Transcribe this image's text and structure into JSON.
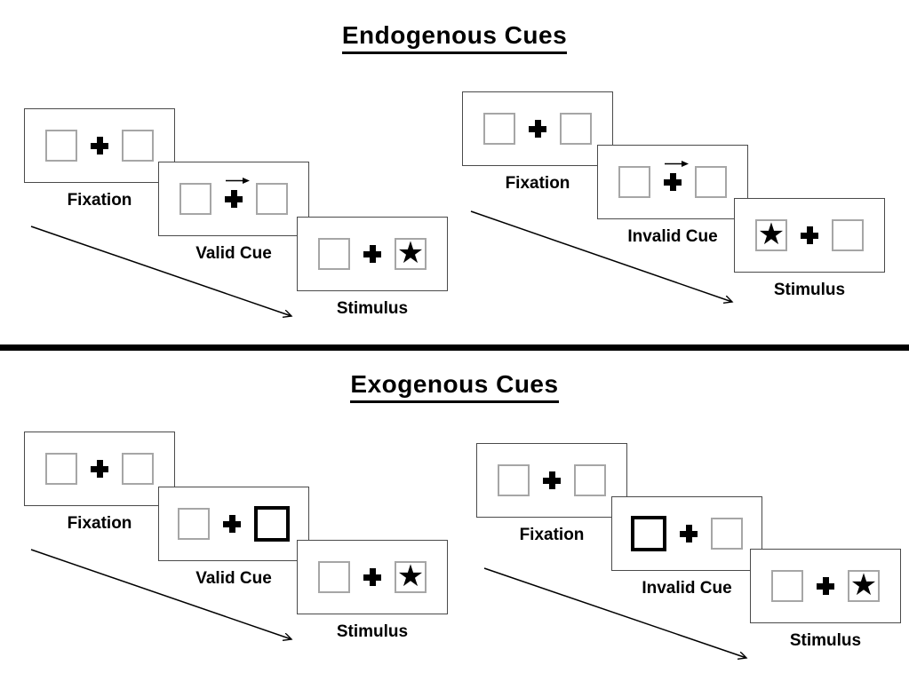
{
  "glyphs": {
    "star": "★"
  },
  "colors": {
    "background": "#ffffff",
    "panel_border": "#4a4a4a",
    "box_border": "#a6a6a6",
    "cue_box_border": "#000000",
    "ink": "#000000"
  },
  "sections": [
    {
      "title": "Endogenous Cues",
      "trials": [
        {
          "type": "valid",
          "cue_style": "central-arrow-right",
          "stimulus_side": "right",
          "panels": [
            {
              "label": "Fixation"
            },
            {
              "label": "Valid Cue"
            },
            {
              "label": "Stimulus"
            }
          ]
        },
        {
          "type": "invalid",
          "cue_style": "central-arrow-right",
          "stimulus_side": "left",
          "panels": [
            {
              "label": "Fixation"
            },
            {
              "label": "Invalid Cue"
            },
            {
              "label": "Stimulus"
            }
          ]
        }
      ]
    },
    {
      "title": "Exogenous Cues",
      "trials": [
        {
          "type": "valid",
          "cue_style": "peripheral-box-right",
          "stimulus_side": "right",
          "panels": [
            {
              "label": "Fixation"
            },
            {
              "label": "Valid Cue"
            },
            {
              "label": "Stimulus"
            }
          ]
        },
        {
          "type": "invalid",
          "cue_style": "peripheral-box-left",
          "stimulus_side": "right",
          "panels": [
            {
              "label": "Fixation"
            },
            {
              "label": "Invalid Cue"
            },
            {
              "label": "Stimulus"
            }
          ]
        }
      ]
    }
  ]
}
